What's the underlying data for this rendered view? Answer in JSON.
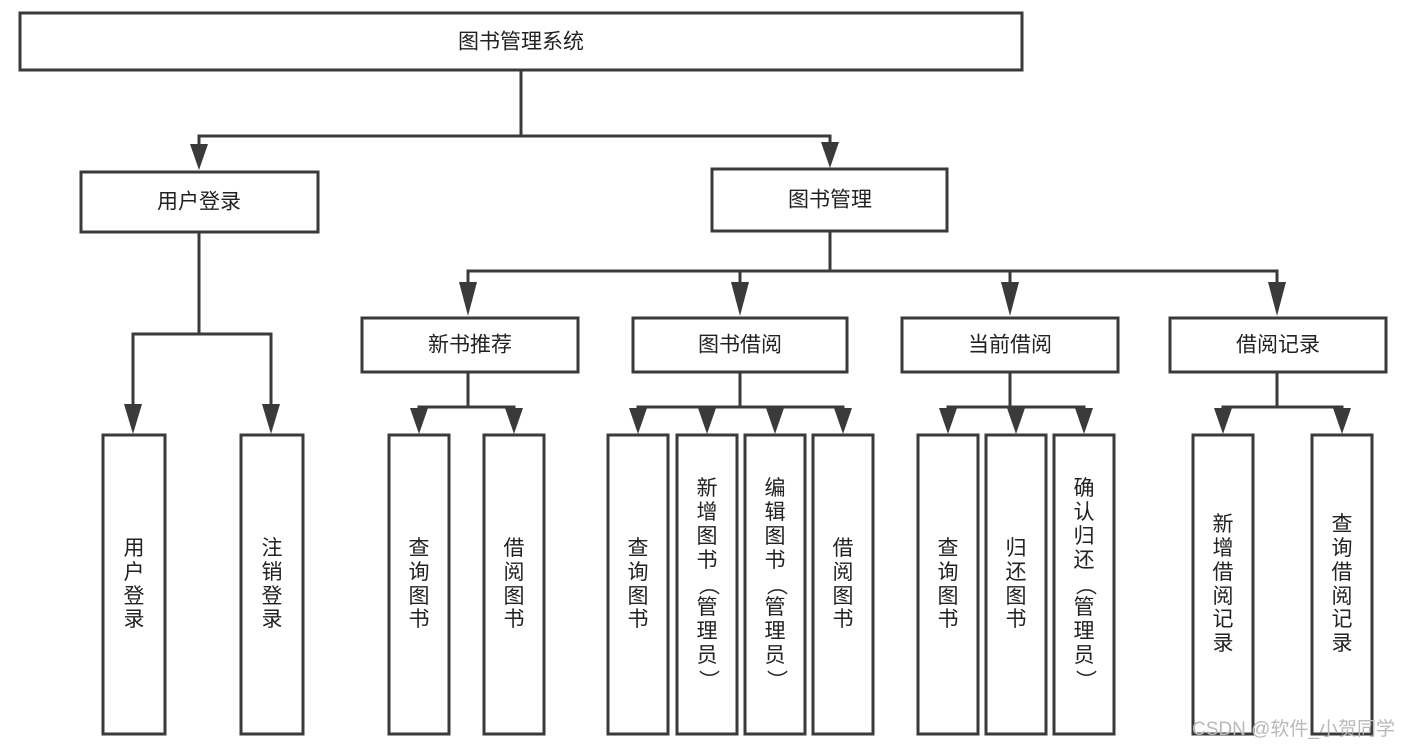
{
  "diagram": {
    "title": "图书管理系统",
    "type": "tree-hierarchy",
    "root": {
      "label": "图书管理系统"
    },
    "level1": [
      {
        "label": "用户登录"
      },
      {
        "label": "图书管理"
      }
    ],
    "level2": [
      {
        "label": "新书推荐",
        "parent": "图书管理"
      },
      {
        "label": "图书借阅",
        "parent": "图书管理"
      },
      {
        "label": "当前借阅",
        "parent": "图书管理"
      },
      {
        "label": "借阅记录",
        "parent": "图书管理"
      }
    ],
    "leaves": [
      {
        "label": "用户登录",
        "parent": "用户登录"
      },
      {
        "label": "注销登录",
        "parent": "用户登录"
      },
      {
        "label": "查询图书",
        "parent": "新书推荐"
      },
      {
        "label": "借阅图书",
        "parent": "新书推荐"
      },
      {
        "label": "查询图书",
        "parent": "图书借阅"
      },
      {
        "label": "新增图书（管理员）",
        "parent": "图书借阅"
      },
      {
        "label": "编辑图书（管理员）",
        "parent": "图书借阅"
      },
      {
        "label": "借阅图书",
        "parent": "图书借阅"
      },
      {
        "label": "查询图书",
        "parent": "当前借阅"
      },
      {
        "label": "归还图书",
        "parent": "当前借阅"
      },
      {
        "label": "确认归还（管理员）",
        "parent": "当前借阅"
      },
      {
        "label": "新增借阅记录",
        "parent": "借阅记录"
      },
      {
        "label": "查询借阅记录",
        "parent": "借阅记录"
      }
    ]
  },
  "watermark": {
    "text": "CSDN @软件_小贺同学"
  },
  "colors": {
    "stroke": "#3a3a3a",
    "fill": "#ffffff",
    "text": "#222222",
    "watermark": "#b9b9b9"
  }
}
